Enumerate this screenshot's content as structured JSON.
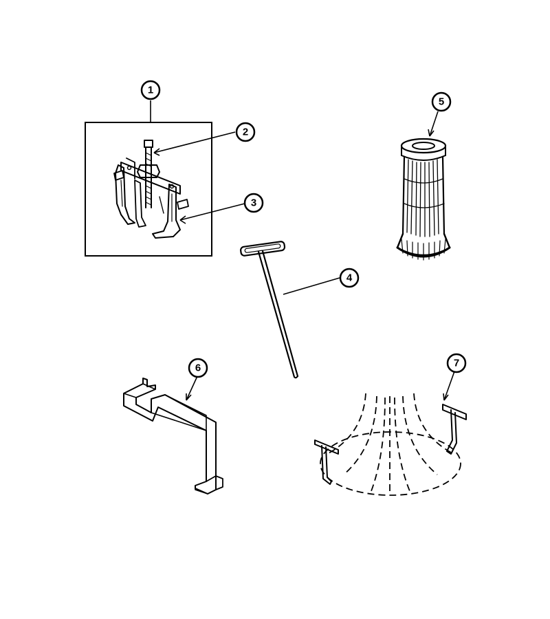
{
  "callouts": [
    {
      "label": "1",
      "part": "puller-kit"
    },
    {
      "label": "2",
      "part": "forcing-screw"
    },
    {
      "label": "3",
      "part": "puller-jaw"
    },
    {
      "label": "4",
      "part": "t-handle-rod"
    },
    {
      "label": "5",
      "part": "filter-cylinder"
    },
    {
      "label": "6",
      "part": "z-bracket"
    },
    {
      "label": "7",
      "part": "hub-clamp-tool"
    }
  ],
  "colors": {
    "ink": "#000000",
    "paper": "#ffffff"
  }
}
